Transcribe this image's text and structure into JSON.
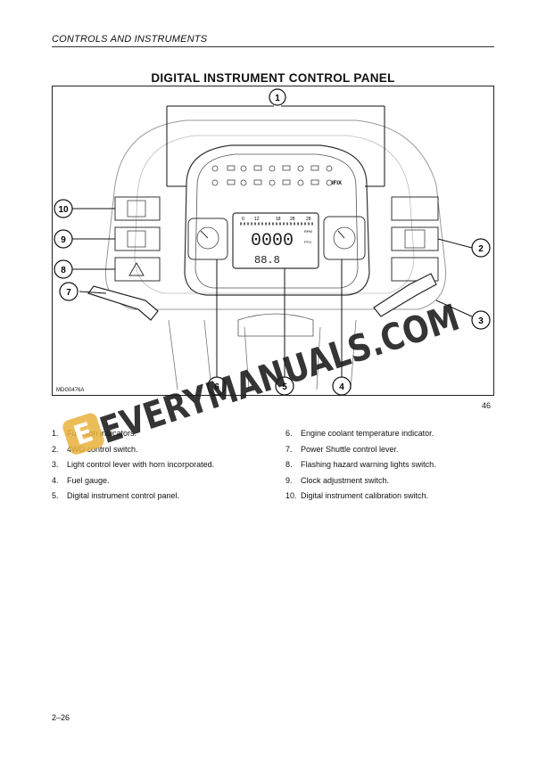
{
  "header": {
    "section_title": "CONTROLS AND INSTRUMENTS"
  },
  "figure": {
    "title": "DIGITAL INSTRUMENT CONTROL PANEL",
    "code": "MDG0476A",
    "number": "46",
    "callouts": [
      "1",
      "2",
      "3",
      "4",
      "5",
      "6",
      "7",
      "8",
      "9",
      "10"
    ],
    "gauge_ticks": [
      "0",
      "12",
      "18",
      "28",
      "28"
    ],
    "display_readout": "0000",
    "small_readout": "88.8",
    "rpm_label": "RPM",
    "pto_label": "PTO",
    "tick_label_brand": "IFIX"
  },
  "captions_left": [
    {
      "num": "1.",
      "text": "Function indicators."
    },
    {
      "num": "2.",
      "text": "4WD control switch."
    },
    {
      "num": "3.",
      "text": "Light control lever with horn incorporated."
    },
    {
      "num": "4.",
      "text": "Fuel gauge."
    },
    {
      "num": "5.",
      "text": "Digital instrument control panel."
    }
  ],
  "captions_right": [
    {
      "num": "6.",
      "text": "Engine coolant temperature indicator."
    },
    {
      "num": "7.",
      "text": "Power Shuttle control lever."
    },
    {
      "num": "8.",
      "text": "Flashing hazard warning lights switch."
    },
    {
      "num": "9.",
      "text": "Clock adjustment switch."
    },
    {
      "num": "10.",
      "text": "Digital instrument calibration switch."
    }
  ],
  "watermark": {
    "text": "EVERYMANUALS.COM",
    "badge_letter": "E"
  },
  "page_number": "2–26"
}
